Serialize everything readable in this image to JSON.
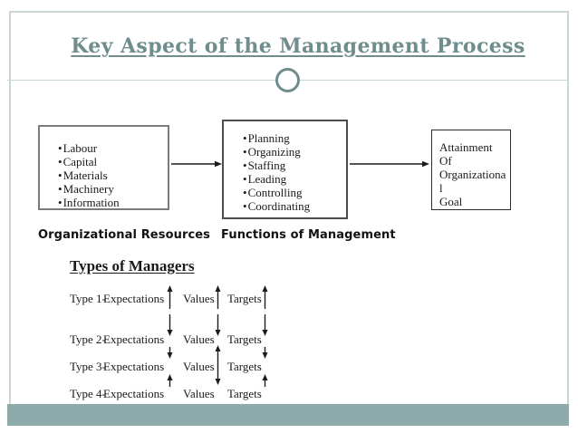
{
  "title": "Key Aspect of the Management Process",
  "boxes": {
    "resources": {
      "items": [
        "Labour",
        "Capital",
        "Materials",
        "Machinery",
        "Information"
      ]
    },
    "functions": {
      "items": [
        "Planning",
        "Organizing",
        "Staffing",
        "Leading",
        "Controlling",
        "Coordinating"
      ]
    },
    "goal": {
      "lines": [
        "Attainment",
        "Of",
        "Organizationa",
        "l",
        "Goal"
      ]
    }
  },
  "labels": {
    "resources": "Organizational Resources",
    "functions": "Functions of Management"
  },
  "types": {
    "heading": "Types of Managers",
    "rows": [
      {
        "label": "Type 1-",
        "c1": "Expectations",
        "c2": "Values",
        "c3": "Targets"
      },
      {
        "label": "Type 2-",
        "c1": "Expectations",
        "c2": "Values",
        "c3": "Targets"
      },
      {
        "label": "Type 3-",
        "c1": "Expectations",
        "c2": "Values",
        "c3": "Targets"
      },
      {
        "label": "Type 4-",
        "c1": "Expectations",
        "c2": "Values",
        "c3": "Targets"
      }
    ]
  },
  "colors": {
    "accent": "#6f8d8c",
    "bar": "#8dabaa",
    "frame": "#c9d7d6"
  }
}
